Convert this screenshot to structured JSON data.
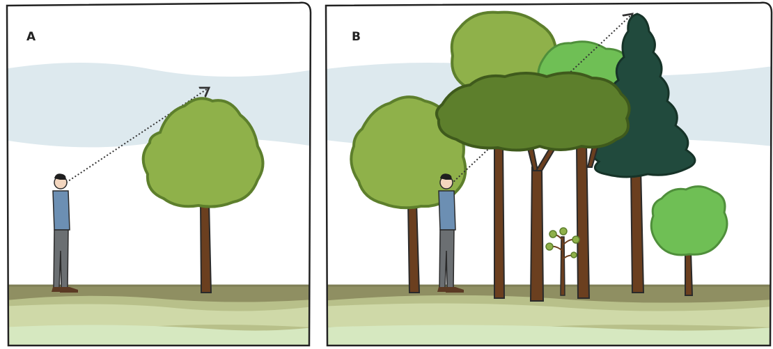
{
  "panels": [
    {
      "label": "A"
    },
    {
      "label": "B"
    }
  ],
  "colors": {
    "sky_band": "#dde9ee",
    "ground_top": "#9c9a6b",
    "ground_mid": "#c8d49a",
    "ground_low": "#cfe2b5",
    "trunk": "#6b3f1f",
    "outline": "#2a2a2a",
    "crown_light": "#8fb14a",
    "crown_mid": "#5d7f2c",
    "crown_bright": "#6fbf55",
    "conifer": "#214a3d",
    "shirt": "#6c8fb3",
    "pants": "#6b6f72"
  },
  "icons": {
    "sight_line": "dotted-arrow",
    "person": "standing-person",
    "tree": "deciduous-tree",
    "conifer": "conifer-tree",
    "sapling": "sapling"
  }
}
